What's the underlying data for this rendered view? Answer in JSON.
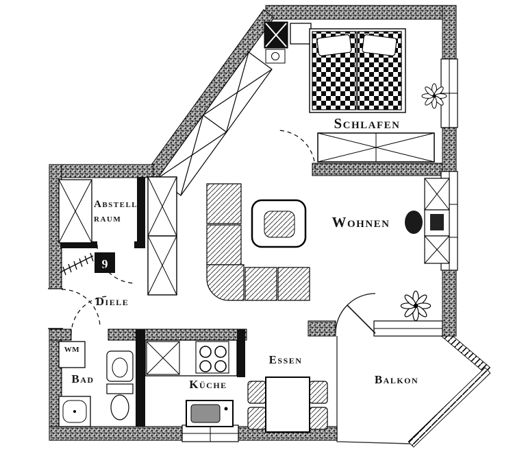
{
  "floorplan": {
    "unit_number": "9",
    "rooms": {
      "schlafen": {
        "label": "Schlafen"
      },
      "wohnen": {
        "label": "Wohnen"
      },
      "abstellraum": {
        "label_line1": "Abstell-",
        "label_line2": "raum"
      },
      "diele": {
        "label": "Diele"
      },
      "bad": {
        "label": "Bad"
      },
      "kueche": {
        "label": "Küche"
      },
      "essen": {
        "label": "Essen"
      },
      "balkon": {
        "label": "Balkon"
      }
    },
    "fixtures": {
      "washing_machine_label": "WM"
    },
    "colors": {
      "wall_gray": "#999999",
      "ink": "#111111",
      "paper": "#ffffff"
    }
  }
}
